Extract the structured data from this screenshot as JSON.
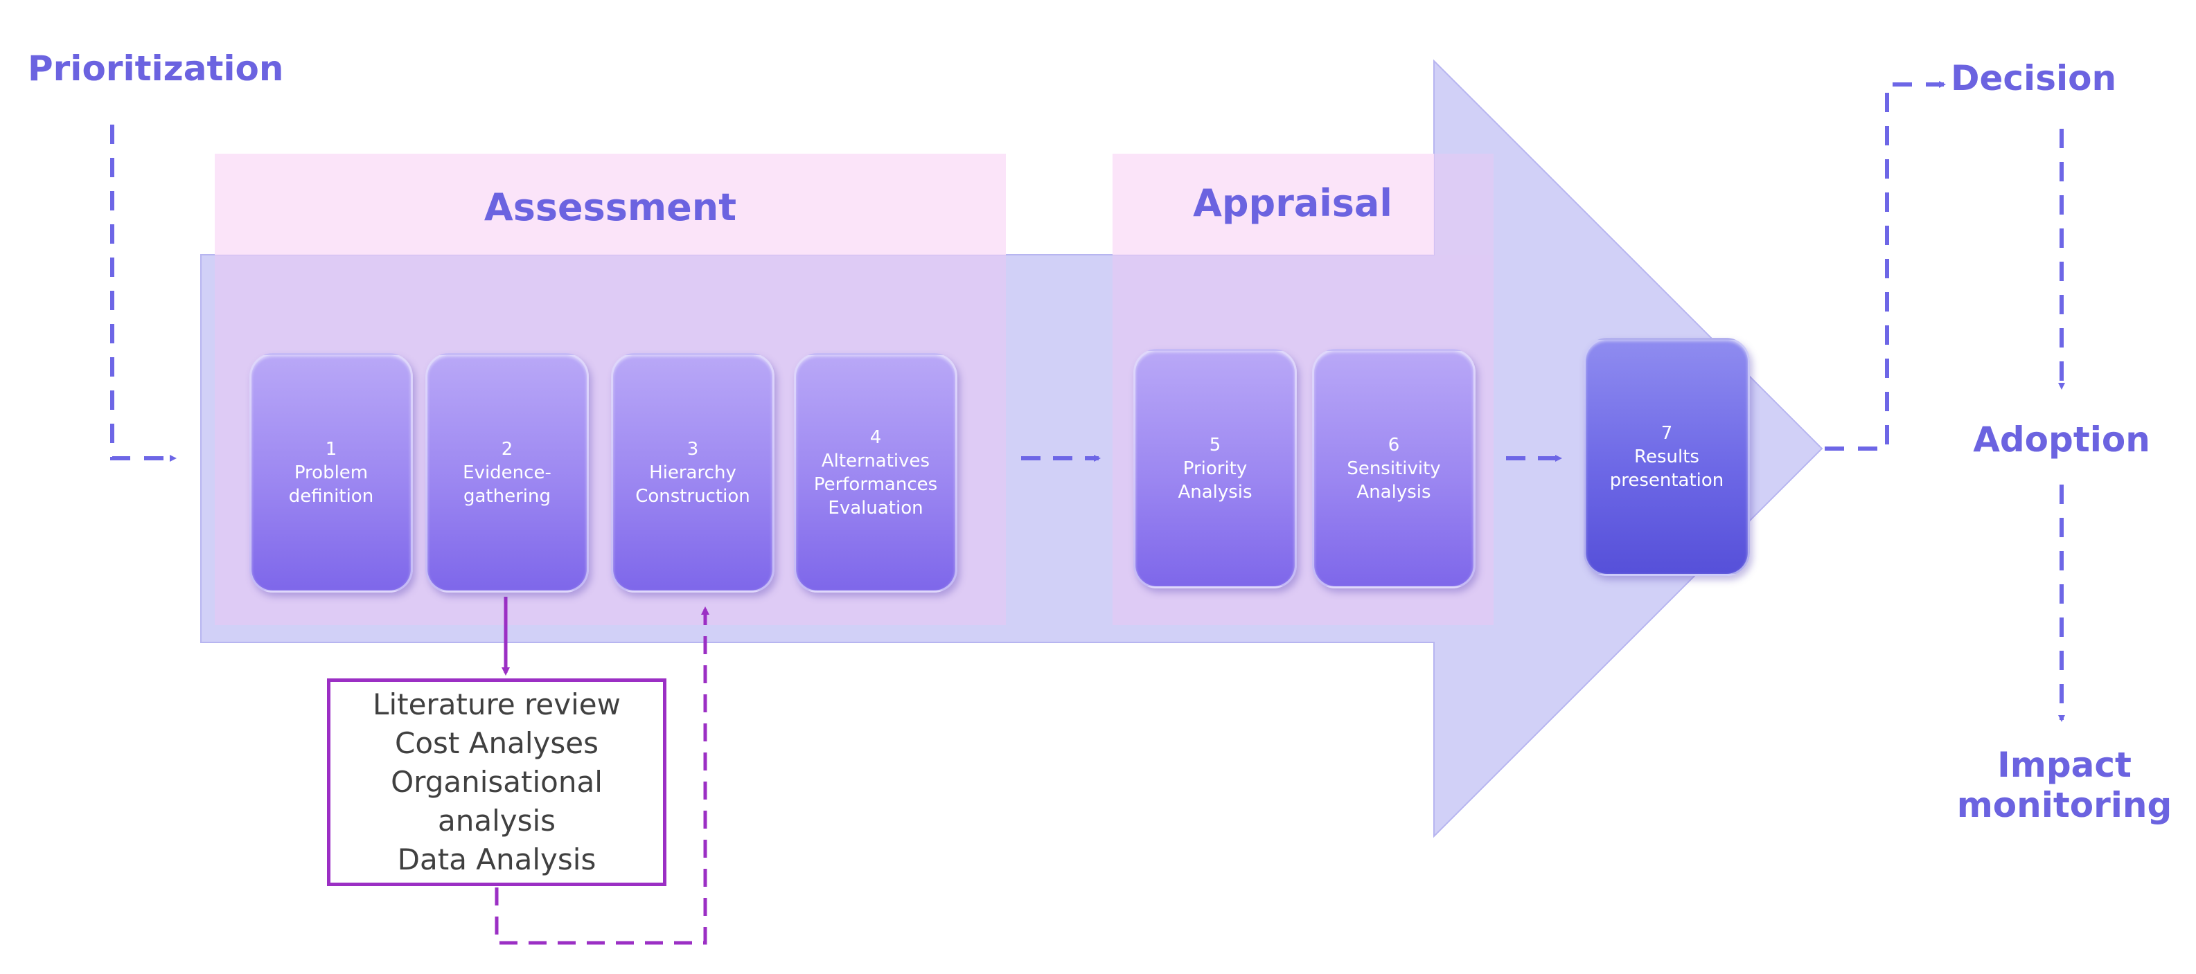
{
  "outer_labels": {
    "prioritization": "Prioritization",
    "decision": "Decision",
    "adoption": "Adoption",
    "impact_monitoring": "Impact\nmonitoring"
  },
  "phases": {
    "assessment": "Assessment",
    "appraisal": "Appraisal"
  },
  "steps": [
    {
      "number": "1",
      "label": "Problem\ndefinition"
    },
    {
      "number": "2",
      "label": "Evidence-\ngathering"
    },
    {
      "number": "3",
      "label": "Hierarchy\nConstruction"
    },
    {
      "number": "4",
      "label": "Alternatives\nPerformances\nEvaluation"
    },
    {
      "number": "5",
      "label": "Priority\nAnalysis"
    },
    {
      "number": "6",
      "label": "Sensitivity\nAnalysis"
    },
    {
      "number": "7",
      "label": "Results\npresentation"
    }
  ],
  "evidence_methods": [
    "Literature review",
    "Cost Analyses",
    "Organisational",
    "analysis",
    "Data Analysis"
  ],
  "colors": {
    "label_blue": "#6b63e0",
    "arrow_fill": "#c9c8f6",
    "phase_pink": "#fbe2f8",
    "dash_blue": "#6d66e6",
    "dash_purple": "#9b2fc4",
    "methods_border": "#9b2fc4"
  }
}
